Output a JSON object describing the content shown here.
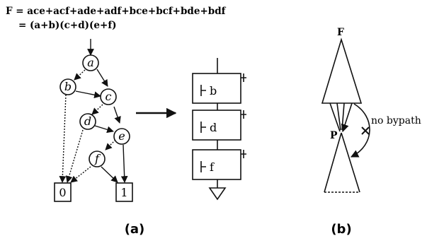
{
  "equation": {
    "line1": "F = ace+acf+ade+adf+bce+bcf+bde+bdf",
    "line2": "= (a+b)(c+d)(e+f)"
  },
  "bdd": {
    "nodes": [
      "a",
      "b",
      "c",
      "d",
      "e",
      "f"
    ],
    "terminals": [
      "0",
      "1"
    ]
  },
  "circuit": {
    "gates": [
      "b",
      "d",
      "f"
    ]
  },
  "right_figure": {
    "top_label": "F",
    "node_label": "P",
    "annotation": "no bypath"
  },
  "captions": {
    "left": "(a)",
    "right": "(b)"
  }
}
